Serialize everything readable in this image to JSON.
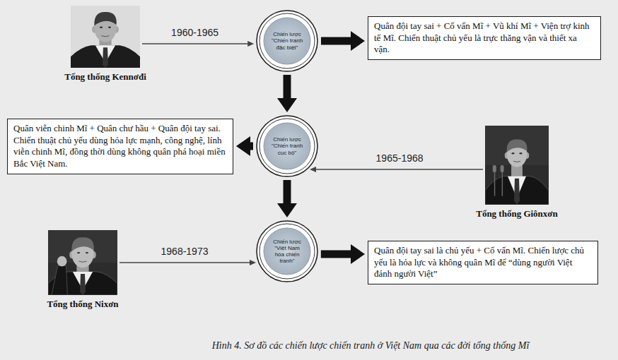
{
  "diagram": {
    "caption": "Hình 4. Sơ đồ các chiến lược chiến tranh ở Việt Nam qua các đời tổng thống Mĩ",
    "nodes": [
      {
        "text": [
          "Tổng thống Kennơđi"
        ]
      },
      {
        "text": [
          "Chiến lược \"Chiến tranh đặc biệt\""
        ]
      },
      {
        "text": [
          "Quân đội tay sai + Cố vấn Mĩ + Vũ khí Mĩ + Viện trợ kinh tế Mĩ. Chiến thuật chủ yếu là trực thăng vận và thiết xa vận."
        ]
      },
      {
        "text": [
          "Quân viễn chinh Mĩ + Quân chư hầu + Quân đội tay sai. Chiến thuật chủ yếu dùng hỏa lực mạnh, công nghệ, lính viễn chinh Mĩ, đồng thời dùng không quân phá hoại miền Bắc Việt Nam."
        ]
      },
      {
        "text": [
          "Chiến lược \"Chiến tranh cục bộ\""
        ]
      },
      {
        "text": [
          "Tổng thống Giônxơn"
        ]
      },
      {
        "text": [
          "Tổng thống Nixơn"
        ]
      },
      {
        "text": [
          "Chiến lược \"Việt Nam hóa chiến tranh\""
        ]
      },
      {
        "text": [
          "Quân đội tay sai là chủ yếu + Cố vấn Mĩ. Chiến lược chủ yếu là hỏa lực và không quân Mĩ để “dùng người Việt đánh người Việt”"
        ]
      }
    ],
    "edges": [
      {
        "from": 0,
        "to": 1,
        "arrow": "to",
        "label": "1960-1965"
      },
      {
        "from": 1,
        "to": 2,
        "arrow": "to"
      },
      {
        "from": 1,
        "to": 4,
        "arrow": "to"
      },
      {
        "from": 4,
        "to": 3,
        "arrow": "to"
      },
      {
        "from": 5,
        "to": 4,
        "arrow": "to",
        "label": "1965-1968"
      },
      {
        "from": 4,
        "to": 7,
        "arrow": "to"
      },
      {
        "from": 6,
        "to": 7,
        "arrow": "to",
        "label": "1968-1973"
      },
      {
        "from": 7,
        "to": 8,
        "arrow": "to"
      }
    ]
  }
}
